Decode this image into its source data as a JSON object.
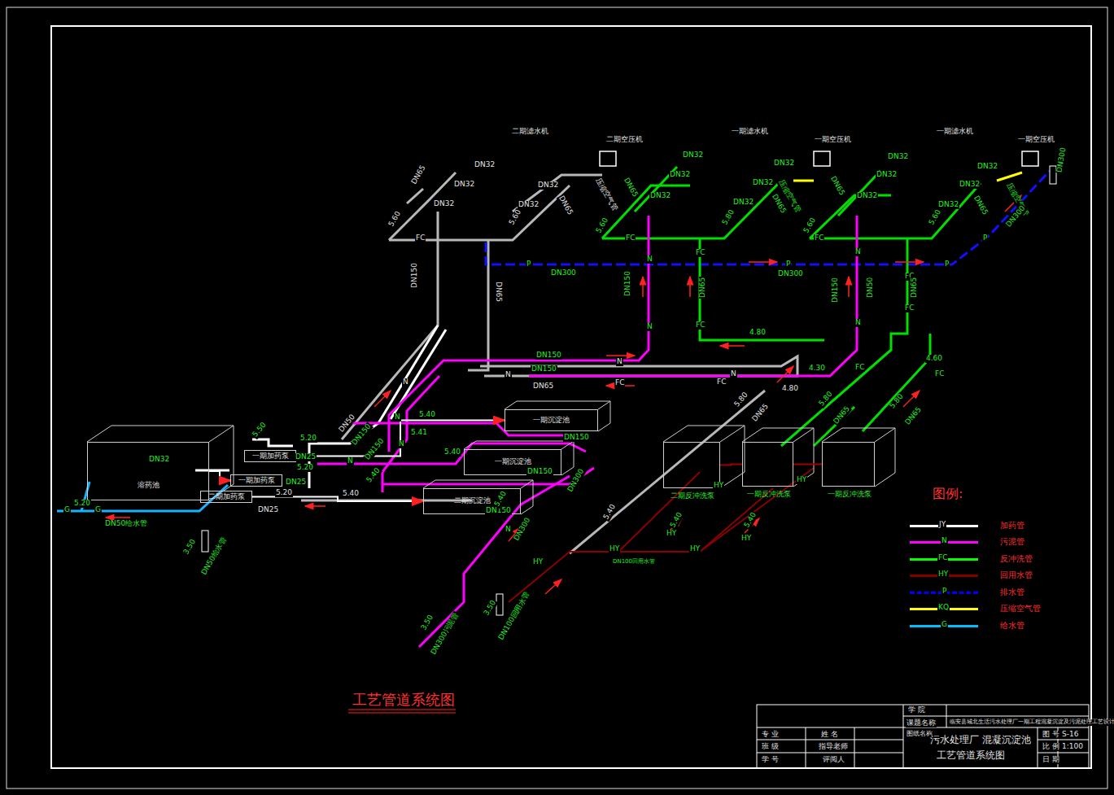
{
  "diagram": {
    "title": "工艺管道系统图",
    "nodes": [
      {
        "text": [
          "溶药池"
        ]
      },
      {
        "text": [
          "一期加药泵"
        ]
      },
      {
        "text": [
          "一期加药泵"
        ]
      },
      {
        "text": [
          "二期加药泵"
        ]
      },
      {
        "text": [
          "一期沉淀池"
        ]
      },
      {
        "text": [
          "一期沉淀池"
        ]
      },
      {
        "text": [
          "二期沉淀池"
        ]
      },
      {
        "text": [
          "二期反冲洗泵"
        ]
      },
      {
        "text": [
          "一期反冲洗泵"
        ]
      },
      {
        "text": [
          "一期反冲洗泵"
        ]
      }
    ],
    "edges": [
      {
        "from": 0,
        "to": 2,
        "arrow": "to"
      },
      {
        "from": 1,
        "to": 4,
        "arrow": "to"
      },
      {
        "from": 3,
        "to": 6,
        "arrow": "to"
      },
      {
        "from": 7,
        "to": 8,
        "arrow": "none"
      },
      {
        "from": 8,
        "to": 9,
        "arrow": "none"
      }
    ],
    "labels": [
      "二期滤水机",
      "二期空压机",
      "一期滤水机",
      "一期空压机",
      "一期滤水机",
      "一期空压机",
      "DN65",
      "DN32",
      "DN32",
      "DN32",
      "DN32",
      "DN32",
      "DN65",
      "压缩空气管",
      "5.60",
      "5.60",
      "FC",
      "DN150",
      "DN65",
      "DN32",
      "DN65",
      "DN32",
      "DN32",
      "5.60",
      "FC",
      "DN32",
      "DN32",
      "DN65",
      "5.80",
      "DN32",
      "压缩空气管",
      "DN65",
      "DN32",
      "DN32",
      "DN32",
      "5.60",
      "FC",
      "DN32",
      "DN32",
      "DN32",
      "DN65",
      "5.60",
      "压缩空气管",
      "DN300",
      "DN300",
      "P",
      "DN300",
      "P",
      "DN300",
      "P",
      "P",
      "DN150",
      "N",
      "N",
      "DN65",
      "FC",
      "FC",
      "DN150",
      "N",
      "DN50",
      "N",
      "FC",
      "FC",
      "DN65",
      "4.80",
      "4.30",
      "4.80",
      "DN150",
      "N",
      "DN150",
      "N",
      "FC",
      "DN65",
      "FC",
      "N",
      "4.60",
      "FC",
      "FC",
      "5.80",
      "DN65",
      "5.80",
      "DN65",
      "5.80",
      "DN65",
      "DN50",
      "DN150",
      "DN150",
      "N",
      "N",
      "N",
      "5.40",
      "5.41",
      "5.40",
      "5.40",
      "N",
      "5.40",
      "5.20",
      "5.50",
      "DN25",
      "5.20",
      "DN25",
      "5.20",
      "DN25",
      "DN150",
      "DN150",
      "DN300",
      "DN150",
      "5.40",
      "N",
      "DN300",
      "DN32",
      "5.20",
      "G",
      "G",
      "DN50给水管",
      "3.50",
      "DN50给水管",
      "3.50",
      "DN300污泥管",
      "3.50",
      "DN100回用水管",
      "HY",
      "HY",
      "DN100回用水管",
      "HY",
      "HY",
      "HY",
      "5.40",
      "5.40",
      "HY",
      "HY",
      "5.40",
      "JY",
      "N",
      "FC",
      "HY",
      "P",
      "KQ",
      "G",
      "图例:",
      "学 院",
      "课题名称",
      "临安县城北生活污水处理厂一期工程混凝沉淀及污泥处理工艺设计",
      "专 业",
      "姓 名",
      "班 级",
      "指导老师",
      "学 号",
      "评阅人",
      "图纸名称",
      "污水处理厂 混凝沉淀池",
      "工艺管道系统图",
      "图 号",
      "S-16",
      "比 例",
      "1:100",
      "日 期"
    ],
    "legend": [
      {
        "text": "加药管",
        "color": "#ffffff"
      },
      {
        "text": "污泥管",
        "color": "#ff00ff"
      },
      {
        "text": "反冲洗管",
        "color": "#00ff00"
      },
      {
        "text": "回用水管",
        "color": "#800000"
      },
      {
        "text": "排水管",
        "color": "#0000ff"
      },
      {
        "text": "压缩空气管",
        "color": "#ffff00"
      },
      {
        "text": "给水管",
        "color": "#00bfff"
      }
    ]
  }
}
